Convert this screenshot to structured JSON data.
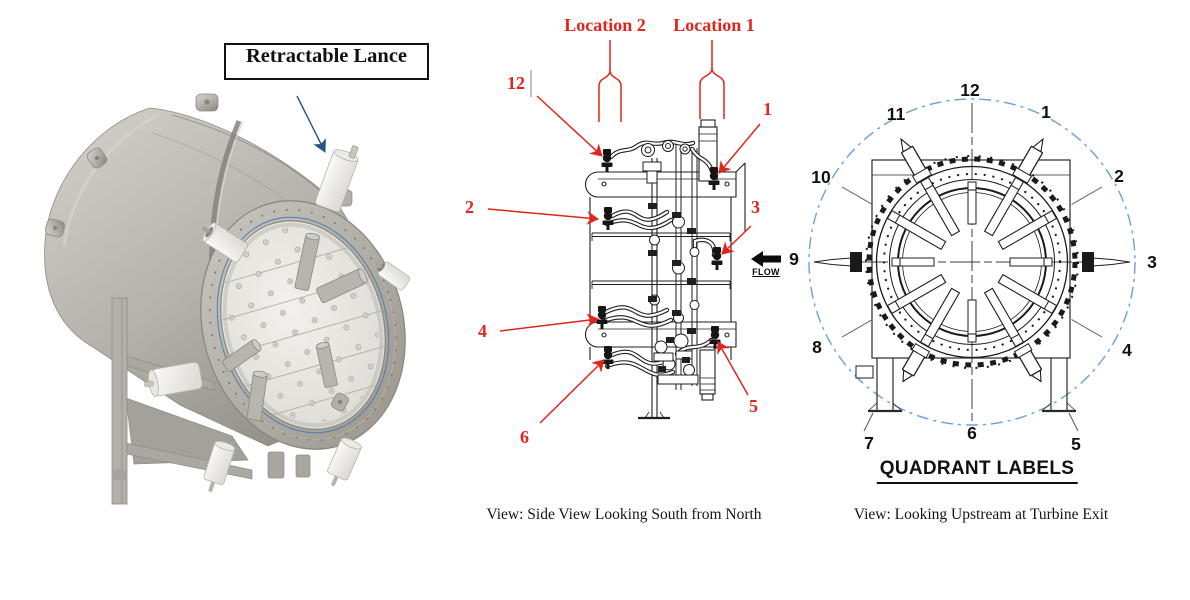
{
  "colors": {
    "red": "#e0251c",
    "arrow-blue": "#28567f",
    "dash-blue": "#6b9fd8",
    "ink": "#1f1f1f"
  },
  "left_view": {
    "callout_box": "Retractable Lance"
  },
  "side_view": {
    "location_labels": [
      "Location 2",
      "Location 1"
    ],
    "callouts": [
      "12",
      "1",
      "2",
      "3",
      "4",
      "5",
      "6"
    ],
    "flow_label": "FLOW",
    "caption": "View: Side View Looking South from North"
  },
  "end_view": {
    "clock_labels": [
      "12",
      "1",
      "2",
      "3",
      "4",
      "5",
      "6",
      "7",
      "8",
      "9",
      "10",
      "11"
    ],
    "title": "QUADRANT LABELS",
    "caption": "View: Looking Upstream at Turbine Exit"
  }
}
